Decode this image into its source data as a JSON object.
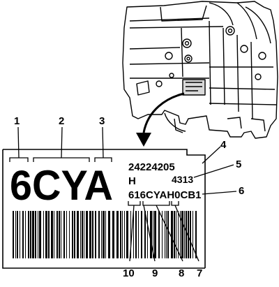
{
  "callouts": {
    "c1": "1",
    "c2": "2",
    "c3": "3",
    "c4": "4",
    "c5": "5",
    "c6": "6",
    "c7": "7",
    "c8": "8",
    "c9": "9",
    "c10": "10"
  },
  "label": {
    "big_code": "6CYA",
    "part_number": "24224205",
    "letter": "H",
    "serial": "4313",
    "full_code": "616CYAH0CB1"
  },
  "colors": {
    "ink": "#000000",
    "paper": "#ffffff",
    "shade": "#d9d9d9"
  }
}
